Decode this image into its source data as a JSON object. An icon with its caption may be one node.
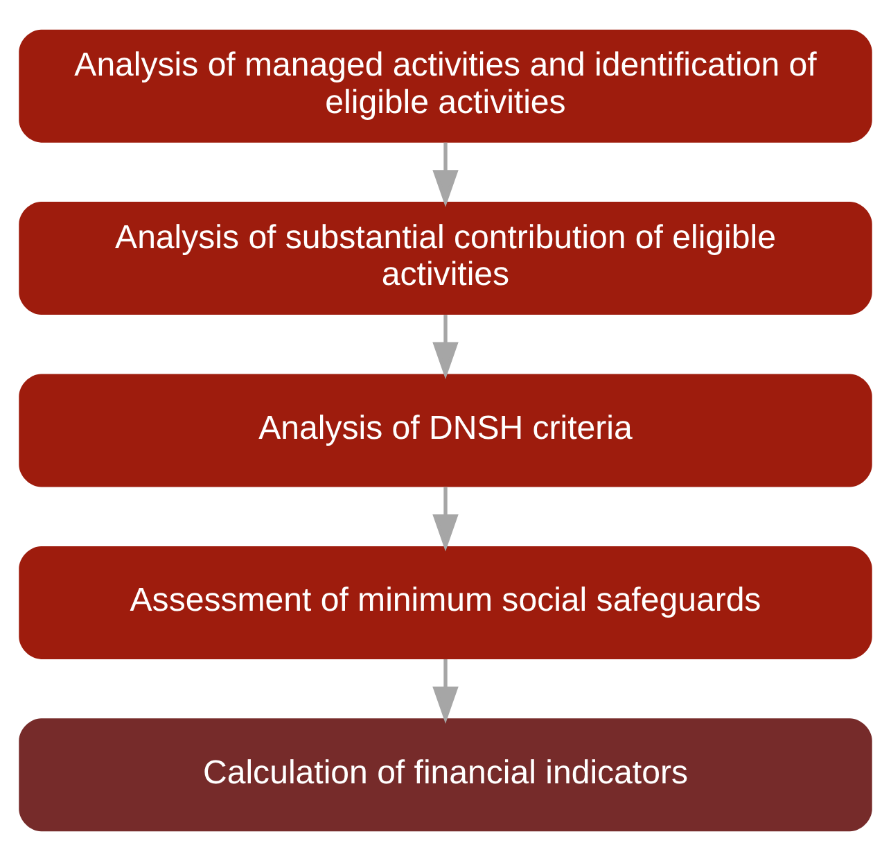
{
  "diagram": {
    "nodes": [
      {
        "text": [
          "Analysis of managed activities and identification of eligible activities"
        ]
      },
      {
        "text": [
          "Analysis of substantial contribution of eligible activities"
        ]
      },
      {
        "text": [
          "Analysis of DNSH criteria"
        ]
      },
      {
        "text": [
          "Assessment of minimum social safeguards"
        ]
      },
      {
        "text": [
          "Calculation of financial indicators"
        ]
      }
    ],
    "edges": [
      {
        "from": 0,
        "to": 1,
        "arrow": "to"
      },
      {
        "from": 1,
        "to": 2,
        "arrow": "to"
      },
      {
        "from": 2,
        "to": 3,
        "arrow": "to"
      },
      {
        "from": 3,
        "to": 4,
        "arrow": "to"
      }
    ]
  }
}
